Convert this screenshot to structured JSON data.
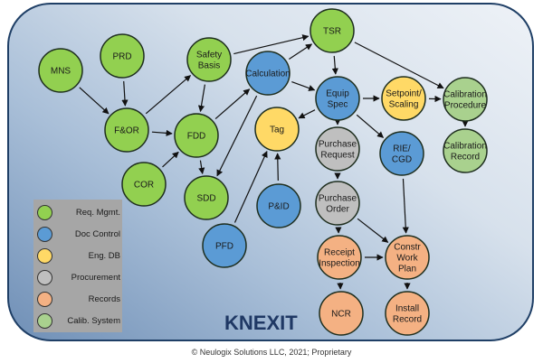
{
  "title": "KNEXIT",
  "footer": "© Neulogix Solutions LLC, 2021; Proprietary",
  "colors": {
    "req": "#92d050",
    "doc": "#5b9bd5",
    "eng": "#ffd966",
    "proc": "#bfbfbf",
    "rec": "#f4b183",
    "calib": "#a9d18e"
  },
  "legend": [
    {
      "label": "Req. Mgmt.",
      "cat": "req"
    },
    {
      "label": "Doc Control",
      "cat": "doc"
    },
    {
      "label": "Eng. DB",
      "cat": "eng"
    },
    {
      "label": "Procurement",
      "cat": "proc"
    },
    {
      "label": "Records",
      "cat": "rec"
    },
    {
      "label": "Calib. System",
      "cat": "calib"
    }
  ],
  "nodes": [
    {
      "id": "mns",
      "lines": [
        "MNS"
      ],
      "cat": "req"
    },
    {
      "id": "prd",
      "lines": [
        "PRD"
      ],
      "cat": "req"
    },
    {
      "id": "sb",
      "lines": [
        "Safety",
        "Basis"
      ],
      "cat": "req"
    },
    {
      "id": "tsr",
      "lines": [
        "TSR"
      ],
      "cat": "req"
    },
    {
      "id": "calc",
      "lines": [
        "Calculation"
      ],
      "cat": "doc"
    },
    {
      "id": "eq",
      "lines": [
        "Equip",
        "Spec"
      ],
      "cat": "doc"
    },
    {
      "id": "sp",
      "lines": [
        "Setpoint/",
        "Scaling"
      ],
      "cat": "eng"
    },
    {
      "id": "cp",
      "lines": [
        "Calibration",
        "Procedure"
      ],
      "cat": "calib"
    },
    {
      "id": "cr",
      "lines": [
        "Calibration",
        "Record"
      ],
      "cat": "calib"
    },
    {
      "id": "for",
      "lines": [
        "F&OR"
      ],
      "cat": "req"
    },
    {
      "id": "fdd",
      "lines": [
        "FDD"
      ],
      "cat": "req"
    },
    {
      "id": "tag",
      "lines": [
        "Tag"
      ],
      "cat": "eng"
    },
    {
      "id": "pr",
      "lines": [
        "Purchase",
        "Request"
      ],
      "cat": "proc"
    },
    {
      "id": "rie",
      "lines": [
        "RIE/",
        "CGD"
      ],
      "cat": "doc"
    },
    {
      "id": "cor",
      "lines": [
        "COR"
      ],
      "cat": "req"
    },
    {
      "id": "sdd",
      "lines": [
        "SDD"
      ],
      "cat": "req"
    },
    {
      "id": "pid",
      "lines": [
        "P&ID"
      ],
      "cat": "doc"
    },
    {
      "id": "pfd",
      "lines": [
        "PFD"
      ],
      "cat": "doc"
    },
    {
      "id": "po",
      "lines": [
        "Purchase",
        "Order"
      ],
      "cat": "proc"
    },
    {
      "id": "ri",
      "lines": [
        "Receipt",
        "Inspection"
      ],
      "cat": "rec"
    },
    {
      "id": "cwp",
      "lines": [
        "Constr",
        "Work",
        "Plan"
      ],
      "cat": "rec"
    },
    {
      "id": "ncr",
      "lines": [
        "NCR"
      ],
      "cat": "rec"
    },
    {
      "id": "ir",
      "lines": [
        "Install",
        "Record"
      ],
      "cat": "rec"
    }
  ],
  "edges": [
    [
      "mns",
      "for"
    ],
    [
      "prd",
      "for"
    ],
    [
      "for",
      "sb"
    ],
    [
      "for",
      "fdd"
    ],
    [
      "sb",
      "fdd"
    ],
    [
      "sb",
      "tsr"
    ],
    [
      "fdd",
      "calc"
    ],
    [
      "fdd",
      "sdd"
    ],
    [
      "cor",
      "fdd"
    ],
    [
      "calc",
      "tsr"
    ],
    [
      "calc",
      "eq"
    ],
    [
      "calc",
      "sdd"
    ],
    [
      "pfd",
      "tag"
    ],
    [
      "pid",
      "tag"
    ],
    [
      "eq",
      "tag"
    ],
    [
      "tsr",
      "eq"
    ],
    [
      "tsr",
      "cp"
    ],
    [
      "eq",
      "sp"
    ],
    [
      "sp",
      "cp"
    ],
    [
      "cp",
      "cr"
    ],
    [
      "eq",
      "pr"
    ],
    [
      "eq",
      "rie"
    ],
    [
      "pr",
      "po"
    ],
    [
      "po",
      "ri"
    ],
    [
      "po",
      "cwp"
    ],
    [
      "ri",
      "cwp"
    ],
    [
      "ri",
      "ncr"
    ],
    [
      "cwp",
      "ir"
    ],
    [
      "rie",
      "cwp"
    ]
  ]
}
